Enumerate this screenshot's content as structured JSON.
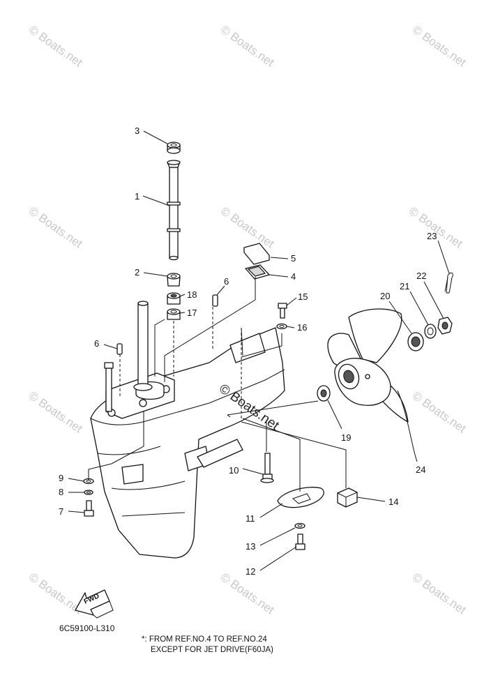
{
  "watermark": "© Boats.net",
  "callouts": [
    {
      "id": "3",
      "label": "3"
    },
    {
      "id": "1",
      "label": "1"
    },
    {
      "id": "2",
      "label": "2"
    },
    {
      "id": "18",
      "label": "18"
    },
    {
      "id": "17",
      "label": "17"
    },
    {
      "id": "6a",
      "label": "6"
    },
    {
      "id": "6b",
      "label": "6"
    },
    {
      "id": "5",
      "label": "5"
    },
    {
      "id": "4",
      "label": "4"
    },
    {
      "id": "15",
      "label": "15"
    },
    {
      "id": "16",
      "label": "16"
    },
    {
      "id": "23",
      "label": "23"
    },
    {
      "id": "22",
      "label": "22"
    },
    {
      "id": "21",
      "label": "21"
    },
    {
      "id": "20",
      "label": "20"
    },
    {
      "id": "19",
      "label": "19"
    },
    {
      "id": "24",
      "label": "24"
    },
    {
      "id": "10",
      "label": "10"
    },
    {
      "id": "9",
      "label": "9"
    },
    {
      "id": "8",
      "label": "8"
    },
    {
      "id": "7",
      "label": "7"
    },
    {
      "id": "11",
      "label": "11"
    },
    {
      "id": "14",
      "label": "14"
    },
    {
      "id": "13",
      "label": "13"
    },
    {
      "id": "12",
      "label": "12"
    }
  ],
  "fwd_label": "FWD",
  "diagram_code": "6C59100-L310",
  "footnote_line1": "*: FROM REF.NO.4 TO REF.NO.24",
  "footnote_line2": "EXCEPT FOR JET DRIVE(F60JA)"
}
